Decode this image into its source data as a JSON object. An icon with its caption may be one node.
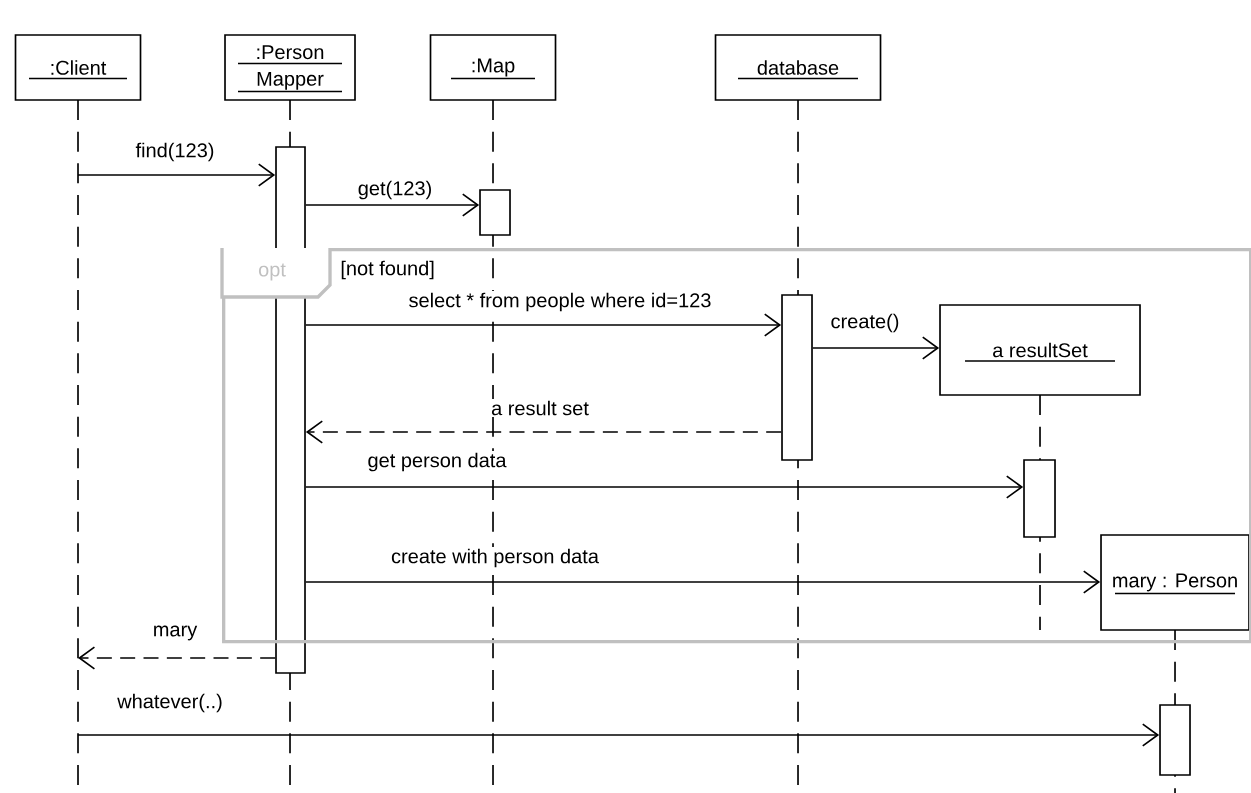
{
  "diagram": {
    "nodes": [
      {
        "text": [
          ":Client"
        ]
      },
      {
        "text": [
          ":Person Mapper"
        ]
      },
      {
        "text": [
          ":Map"
        ]
      },
      {
        "text": [
          "database"
        ]
      },
      {
        "text": [
          "opt",
          "[not found]"
        ]
      },
      {
        "text": [
          "a resultSet"
        ],
        "in": 4
      },
      {
        "text": [
          "mary : Person"
        ],
        "in": 4
      },
      {
        "text": [],
        "shape": "bar"
      },
      {
        "text": [],
        "shape": "bar"
      },
      {
        "text": [],
        "shape": "bar",
        "in": 4
      },
      {
        "text": [],
        "shape": "bar",
        "in": 4
      },
      {
        "text": [],
        "shape": "bar"
      }
    ],
    "edges": [
      {
        "from": null,
        "to": 7,
        "arrow": "to",
        "label": "find(123)"
      },
      {
        "from": 7,
        "to": 8,
        "arrow": "to",
        "label": "get(123)"
      },
      {
        "from": 7,
        "to": 9,
        "arrow": "to",
        "label": "select * from people where id=123"
      },
      {
        "from": 9,
        "to": 5,
        "arrow": "to",
        "label": "create()"
      },
      {
        "from": 9,
        "to": 7,
        "arrow": "to",
        "label": "a result set",
        "style": "dashed"
      },
      {
        "from": 7,
        "to": 10,
        "arrow": "to",
        "label": "get person data"
      },
      {
        "from": 7,
        "to": 6,
        "arrow": "to",
        "label": "create with person data"
      },
      {
        "from": 7,
        "to": null,
        "arrow": "to",
        "label": "mary",
        "style": "dashed"
      },
      {
        "from": null,
        "to": 11,
        "arrow": "to",
        "label": "whatever(..)"
      }
    ]
  }
}
